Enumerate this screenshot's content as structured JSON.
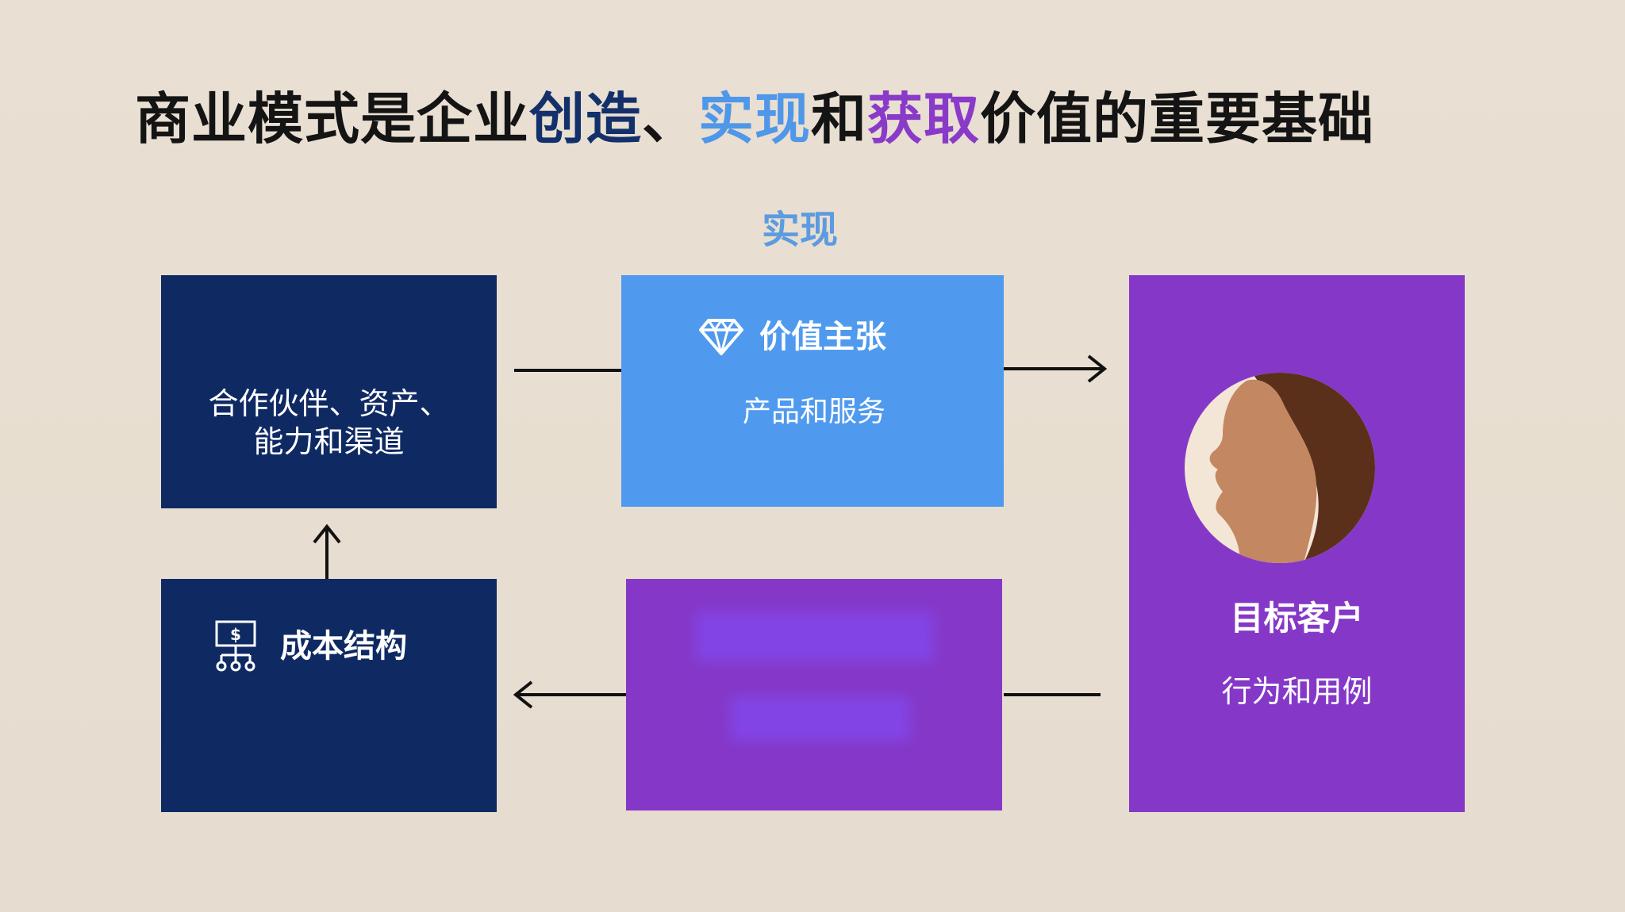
{
  "title": {
    "part1": "商业模式是企业",
    "create": "创造",
    "sep": "、",
    "realize": "实现",
    "and": "和",
    "capture": "获取",
    "part2": "价值的重要基础"
  },
  "section_label": "实现",
  "partners": {
    "line1": "合作伙伴、资产、",
    "line2": "能力和渠道"
  },
  "value_proposition": {
    "icon": "diamond-icon",
    "title": "价值主张",
    "subtitle": "产品和服务"
  },
  "customer": {
    "icon": "customer-avatar",
    "title": "目标客户",
    "subtitle": "行为和用例"
  },
  "cost": {
    "icon": "cost-structure-icon",
    "title": "成本结构"
  },
  "colors": {
    "create": "#14306b",
    "realize": "#4f97e8",
    "capture": "#8a3ac8",
    "navy_box": "#0f2a63",
    "blue_box": "#4f9aee",
    "purple_box": "#8538c8",
    "background": "#e8ddd0"
  }
}
